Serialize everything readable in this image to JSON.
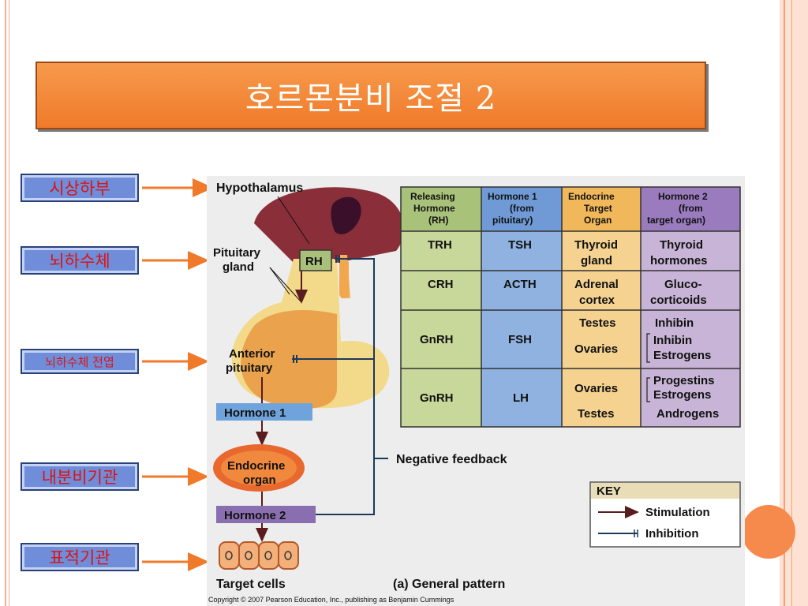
{
  "slide": {
    "title": "호르몬분비 조절 2"
  },
  "side_labels": [
    {
      "text": "시상하부"
    },
    {
      "text": "뇌하수체"
    },
    {
      "text": "뇌하수체 전엽"
    },
    {
      "text": "내분비기관"
    },
    {
      "text": "표적기관"
    }
  ],
  "figure": {
    "hypothalamus": "Hypothalamus",
    "pituitary_line1": "Pituitary",
    "pituitary_line2": "gland",
    "rh_box": "RH",
    "anterior_line1": "Anterior",
    "anterior_line2": "pituitary",
    "hormone1": "Hormone 1",
    "endocrine_line1": "Endocrine",
    "endocrine_line2": "organ",
    "hormone2": "Hormone 2",
    "target_cells": "Target cells",
    "negative_feedback": "Negative feedback",
    "caption": "(a) General pattern",
    "copyright": "Copyright © 2007 Pearson Education, Inc., publishing as Benjamin Cummings",
    "key": {
      "title": "KEY",
      "stimulation": "Stimulation",
      "inhibition": "Inhibition"
    },
    "table": {
      "headers": [
        [
          "Releasing",
          "Hormone",
          "(RH)"
        ],
        [
          "Hormone 1",
          "(from",
          "pituitary)"
        ],
        [
          "Endocrine",
          "Target",
          "Organ"
        ],
        [
          "Hormone 2",
          "(from",
          "target organ)"
        ]
      ],
      "rows": [
        {
          "rh": "TRH",
          "h1": "TSH",
          "organ": [
            "Thyroid",
            "gland"
          ],
          "h2": [
            "Thyroid",
            "hormones"
          ]
        },
        {
          "rh": "CRH",
          "h1": "ACTH",
          "organ": [
            "Adrenal",
            "cortex"
          ],
          "h2": [
            "Gluco-",
            "corticoids"
          ]
        },
        {
          "rh": "GnRH",
          "h1": "FSH",
          "organ": [
            "Testes",
            "Ovaries"
          ],
          "h2": [
            "Inhibin",
            "Inhibin",
            "Estrogens"
          ]
        },
        {
          "rh": "GnRH",
          "h1": "LH",
          "organ": [
            "Ovaries",
            "Testes"
          ],
          "h2": [
            "Progestins",
            "Estrogens",
            "Androgens"
          ]
        }
      ]
    }
  },
  "colors": {
    "accent_orange": "#f07a2a",
    "label_blue": "#6f8dd9",
    "label_text_red": "#d91414",
    "col_rh": "#c8d89a",
    "col_h1": "#8fb2e0",
    "col_organ": "#f5d28f",
    "col_h2": "#c7b4d6"
  }
}
